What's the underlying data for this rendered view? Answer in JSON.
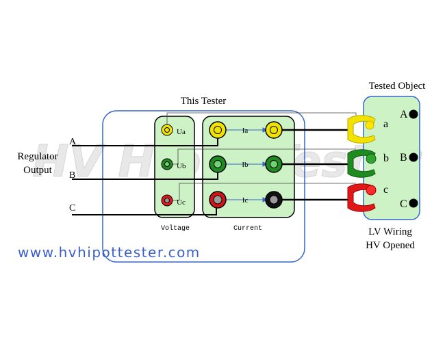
{
  "tester_title": "This Tester",
  "regulator_output_line1": "Regulator",
  "regulator_output_line2": "Output",
  "phase_inputs": [
    "A",
    "B",
    "C"
  ],
  "voltage_group_label": "Voltage",
  "current_group_label": "Current",
  "voltage_terminals": [
    "Ua",
    "Ub",
    "Uc"
  ],
  "current_channels": [
    "Ia",
    "Ib",
    "Ic"
  ],
  "tested_object_title": "Tested Object",
  "lv_terminals": [
    "a",
    "b",
    "c"
  ],
  "hv_terminals": [
    "A",
    "B",
    "C"
  ],
  "tested_object_note_line1": "LV Wiring",
  "tested_object_note_line2": "HV Opened",
  "watermark_text": "HV Hipot Tester",
  "website_url": "www.hvhipottester.com",
  "colors": {
    "tester_border": "#3366cc",
    "panel_fill": "#ccf2c6",
    "phase_a": "#f2e200",
    "phase_b": "#1f8a1f",
    "phase_c": "#e01818",
    "url_text": "#3a5fcd"
  }
}
